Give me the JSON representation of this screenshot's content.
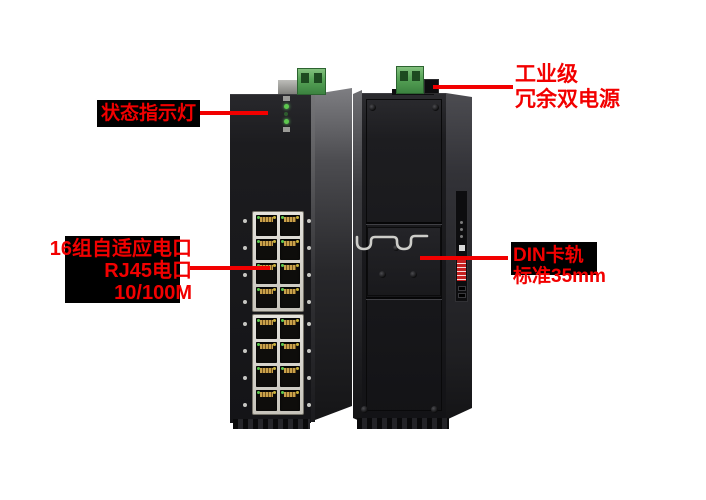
{
  "product": {
    "kind": "industrial-ethernet-switch-16-port",
    "views": {
      "left": "front-panel-view",
      "right": "rear-panel-view"
    }
  },
  "callouts": {
    "status": {
      "label": "状态指示灯"
    },
    "ports": {
      "line1": "16组自适应电口",
      "line2": "RJ45电口",
      "line3": "10/100M"
    },
    "power": {
      "line1": "工业级",
      "line2": "冗余双电源"
    },
    "din": {
      "line1": "DIN卡轨",
      "line2": "标准35mm"
    }
  },
  "ports": {
    "groups": 2,
    "rows_per_group": 4,
    "cols": 2,
    "total": 16
  },
  "colors": {
    "callout_red": "#f20000",
    "label_bg": "#000000",
    "chassis_dark": "#1b1b1e",
    "terminal_green": "#58a458",
    "port_frame_silver": "#d6d3cb",
    "pin_gold": "#c9a14b",
    "led_green": "#5ec84f",
    "led_amber": "#c8b23c",
    "warning_label_red": "#c42020",
    "din_spring_silver": "#cdcdc9"
  }
}
